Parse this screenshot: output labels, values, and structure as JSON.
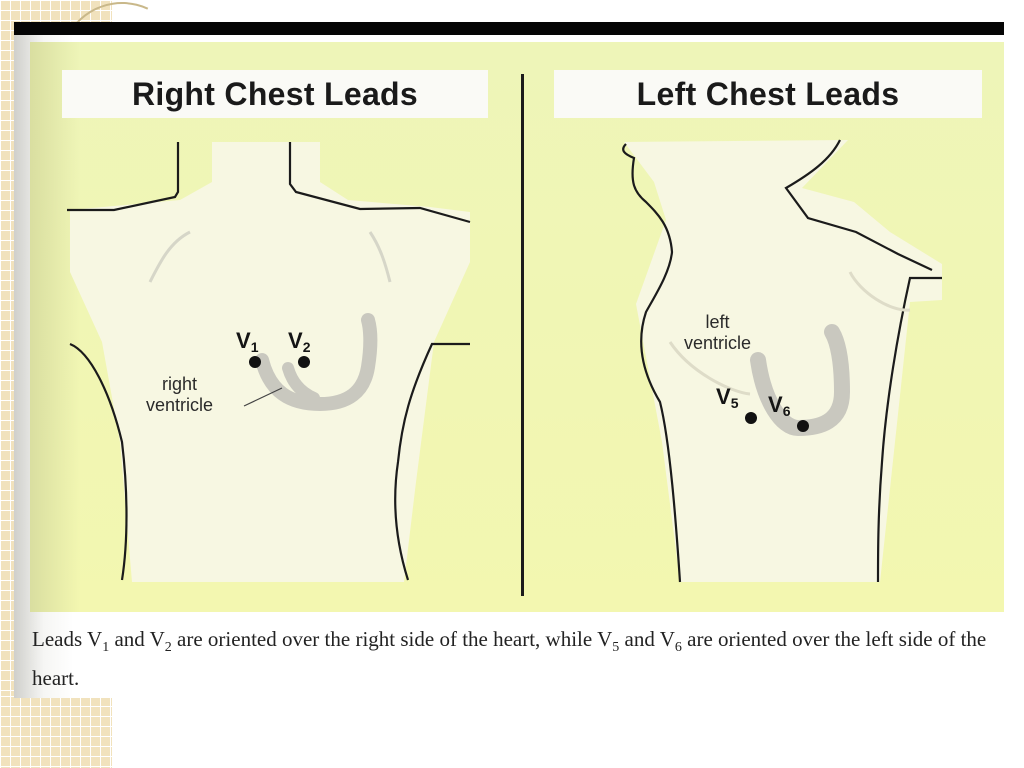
{
  "slide": {
    "panels": [
      {
        "title": "Right Chest Leads",
        "leads": [
          {
            "name": "V",
            "sub": "1"
          },
          {
            "name": "V",
            "sub": "2"
          }
        ],
        "label": [
          "right",
          "ventricle"
        ]
      },
      {
        "title": "Left Chest Leads",
        "leads": [
          {
            "name": "V",
            "sub": "5"
          },
          {
            "name": "V",
            "sub": "6"
          }
        ],
        "label": [
          "left",
          "ventricle"
        ]
      }
    ],
    "caption": {
      "part1": "Leads V",
      "sub1": "1",
      "part2": " and V",
      "sub2": "2",
      "part3": " are oriented over the right side of the heart, while V",
      "sub3": "5",
      "part4": " and V",
      "sub4": "6",
      "part5": " are oriented over the left side of the heart."
    },
    "colors": {
      "figure_bg": "#f1f6b4",
      "body_fill": "#f7f7e2",
      "ventricle": "#c9c8bf",
      "outline": "#1b1b1b",
      "top_bar": "#050505",
      "grid_deco": "#f1e2bd"
    }
  }
}
